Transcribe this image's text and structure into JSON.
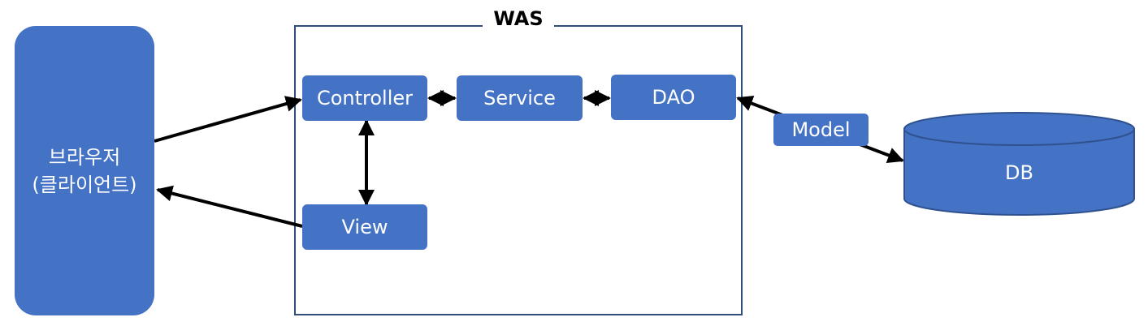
{
  "was": {
    "title": "WAS"
  },
  "client": {
    "line1": "브라우저",
    "line2": "(클라이언트)"
  },
  "components": {
    "controller": "Controller",
    "service": "Service",
    "dao": "DAO",
    "view": "View",
    "model": "Model"
  },
  "db": {
    "label": "DB"
  },
  "colors": {
    "box_fill": "#4472c4",
    "frame_border": "#2f4f7a",
    "arrow": "#000000",
    "db_stroke": "#2f528f"
  }
}
